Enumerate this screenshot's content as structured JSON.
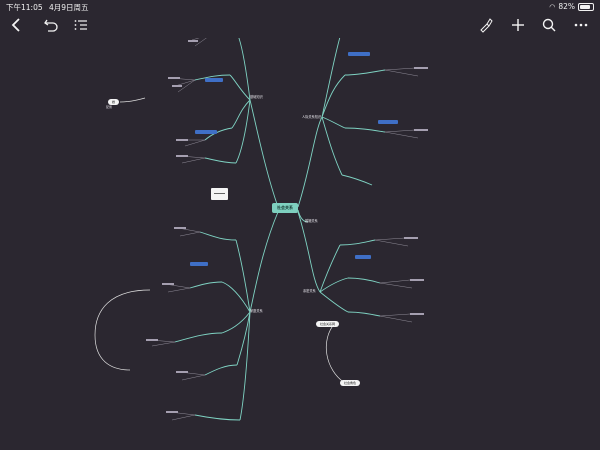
{
  "status_bar": {
    "time": "下午11:05",
    "date": "4月9日周五",
    "battery": "82%",
    "battery_level": 0.82
  },
  "toolbar": {
    "icons": [
      "back-icon",
      "undo-icon",
      "outline-icon",
      "format-icon",
      "add-icon",
      "search-icon",
      "more-icon"
    ]
  },
  "mindmap": {
    "root": "社会关系",
    "branches": {
      "top_left": "基础知识",
      "bottom_left": "家庭关系",
      "top_right": "人际关系知识",
      "bottom_right": "亲密关系",
      "center_right": "婚姻关系"
    },
    "left_note": "婚",
    "left_note_sub": "配偶",
    "bottom_pill_a": "社会关系网",
    "bottom_pill_b": "社会角色"
  }
}
